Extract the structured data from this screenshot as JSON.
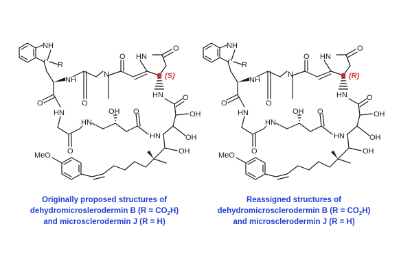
{
  "structures": [
    {
      "stereo_label": "(S)",
      "caption_line1": "Originally proposed structures of",
      "caption_line2_prefix": "dehydromicroslerodermin B (R = CO",
      "caption_line2_sub": "2",
      "caption_line2_suffix": "H)",
      "caption_line3": "and microsclerodermin J (R = H)"
    },
    {
      "stereo_label": "(R)",
      "caption_line1": "Reassigned structures of",
      "caption_line2_prefix": "dehydromicrosclerodermin B (R = CO",
      "caption_line2_sub": "2",
      "caption_line2_suffix": "H)",
      "caption_line3": "and microsclerodermin J (R = H)"
    }
  ],
  "atoms": {
    "NH": "NH",
    "HN": "HN",
    "N": "N",
    "R": "R",
    "O": "O",
    "OH": "OH",
    "MeO": "MeO"
  },
  "colors": {
    "stereo_center": "#d62a2a",
    "caption": "#1f3fd6",
    "bond": "#1a1a1a"
  }
}
